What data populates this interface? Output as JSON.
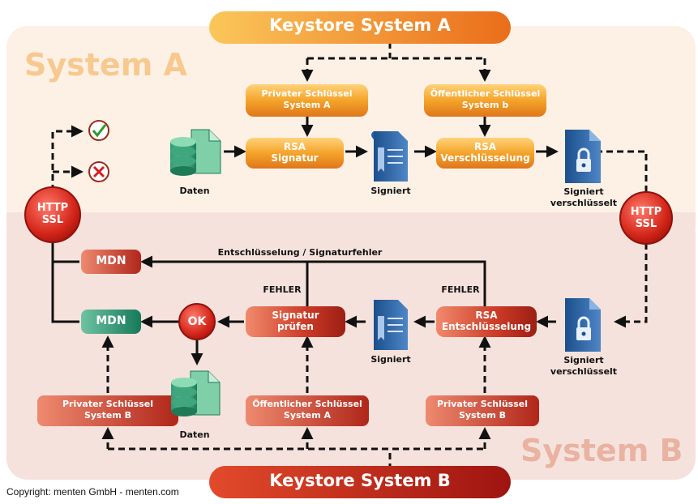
{
  "header": {
    "title": "Keystore System A"
  },
  "footer": {
    "title": "Keystore System B"
  },
  "system_a_label": "System A",
  "system_b_label": "System B",
  "copyright": "Copyright: menten GmbH - menten.com",
  "top": {
    "private_key": [
      "Privater Schlüssel",
      "System A"
    ],
    "public_key": [
      "Öffentlicher Schlüssel",
      "System b"
    ],
    "rsa_sign": [
      "RSA",
      "Signatur"
    ],
    "rsa_encrypt": [
      "RSA",
      "Verschlüsselung"
    ],
    "data_label": "Daten",
    "signed_label": "Signiert",
    "signed_encrypted_label": [
      "Signiert",
      "verschlüsselt"
    ]
  },
  "http_left": [
    "HTTP",
    "SSL"
  ],
  "http_right": [
    "HTTP",
    "SSL"
  ],
  "bottom": {
    "mdn_top": "MDN",
    "mdn_bottom": "MDN",
    "ok": "OK",
    "error_line_label": "Entschlüsselung / Signaturfehler",
    "fehler_left": "FEHLER",
    "fehler_right": "FEHLER",
    "verify": [
      "Signatur",
      "prüfen"
    ],
    "rsa_decrypt": [
      "RSA",
      "Entschlüsselung"
    ],
    "signed_label": "Signiert",
    "signed_encrypted_label": [
      "Signiert",
      "verschlüsselt"
    ],
    "data_label": "Daten",
    "private_key_b_left": [
      "Privater Schlüssel",
      "System B"
    ],
    "public_key_a": [
      "Öffentlicher Schlüssel",
      "System A"
    ],
    "private_key_b_right": [
      "Privater Schlüssel",
      "System B"
    ]
  },
  "colors": {
    "orange": "#f29a1f",
    "dark_red": "#b3261e",
    "red": "#e03a2e",
    "teal": "#1f8a6a",
    "top_bg": "#fdf1e6",
    "bottom_bg": "#f6e2dc"
  }
}
